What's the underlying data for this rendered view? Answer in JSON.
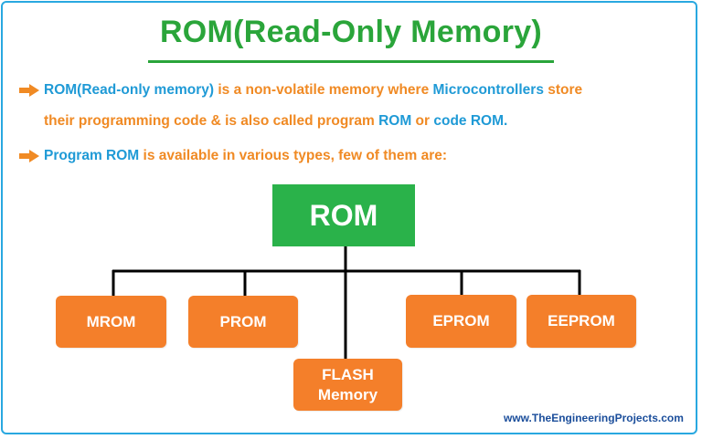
{
  "title": "ROM(Read-Only Memory)",
  "bullets": [
    {
      "parts": [
        {
          "text": "ROM(Read-only memory)",
          "color": "blue"
        },
        {
          "text": " is a non-volatile memory where ",
          "color": "orange"
        },
        {
          "text": "Microcontrollers",
          "color": "blue"
        },
        {
          "text": " store",
          "color": "orange"
        }
      ],
      "line2_parts": [
        {
          "text": "their programming code & is also called program ",
          "color": "orange"
        },
        {
          "text": "ROM",
          "color": "blue"
        },
        {
          "text": " or ",
          "color": "orange"
        },
        {
          "text": "code ROM.",
          "color": "blue"
        }
      ]
    },
    {
      "parts": [
        {
          "text": "Program ROM",
          "color": "blue"
        },
        {
          "text": " is available in various types, few of them are:",
          "color": "orange"
        }
      ]
    }
  ],
  "diagram": {
    "root": "ROM",
    "children": [
      "MROM",
      "PROM",
      "FLASH Memory",
      "EPROM",
      "EEPROM"
    ],
    "flash_lines": [
      "FLASH",
      "Memory"
    ]
  },
  "footer": "www.TheEngineeringProjects.com",
  "colors": {
    "title_green": "#2aa53a",
    "orange": "#f08a24",
    "blue": "#1f9ad6",
    "rom_green": "#2ab24a",
    "node_orange": "#f47f2a",
    "border_blue": "#29a8e0",
    "footer_blue": "#1b4e9b"
  },
  "icons": {
    "bullet": "right-arrow-icon"
  }
}
